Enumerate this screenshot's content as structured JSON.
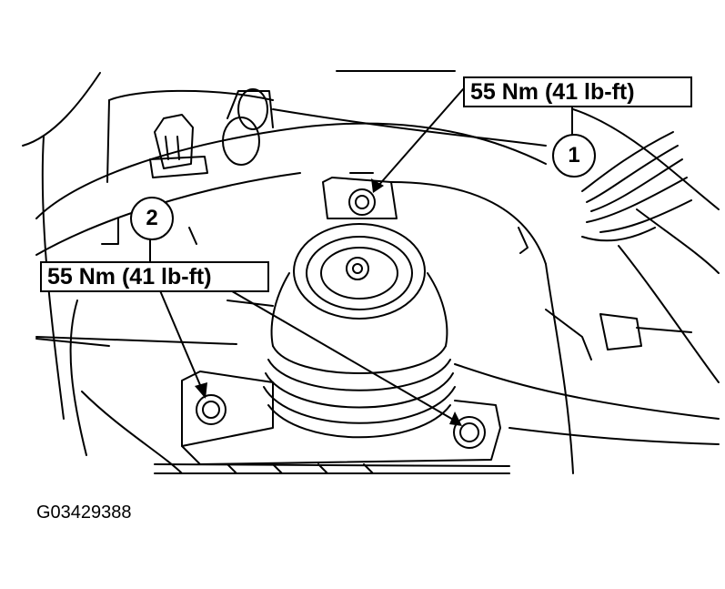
{
  "callouts": [
    {
      "number": "1",
      "torque": "55 Nm (41 lb-ft)"
    },
    {
      "number": "2",
      "torque": "55 Nm (41 lb-ft)"
    }
  ],
  "figure_id": "G03429388",
  "colors": {
    "line": "#000000",
    "background": "#ffffff"
  }
}
